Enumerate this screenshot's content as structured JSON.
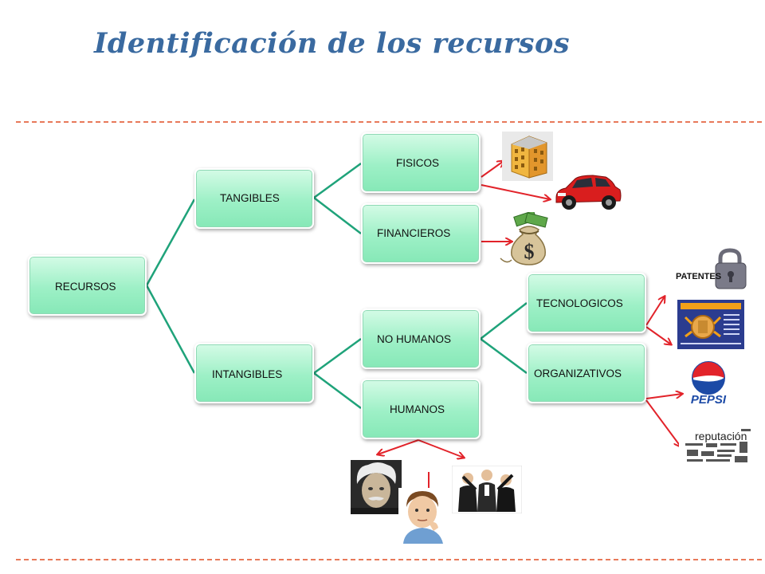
{
  "page": {
    "title": "Identificación de los recursos"
  },
  "diagram": {
    "root": "RECURSOS",
    "tangibles": "TANGIBLES",
    "intangibles": "INTANGIBLES",
    "fisicos": "FISICOS",
    "financieros": "FINANCIEROS",
    "no_humanos": "NO HUMANOS",
    "humanos": "HUMANOS",
    "tecnologicos": "TECNOLOGICOS",
    "organizativos": "ORGANIZATIVOS"
  },
  "images": {
    "patentes_text": "PATENTES",
    "pepsi_text": "PEPSI",
    "reputacion_text": "reputación",
    "dollar_symbol": "$"
  },
  "colors": {
    "title": "#3a6aa0",
    "connector": "#1fa37a",
    "arrow": "#e2232a",
    "dashed_rule": "#e8795a",
    "node_fill": "#9df0c6"
  }
}
